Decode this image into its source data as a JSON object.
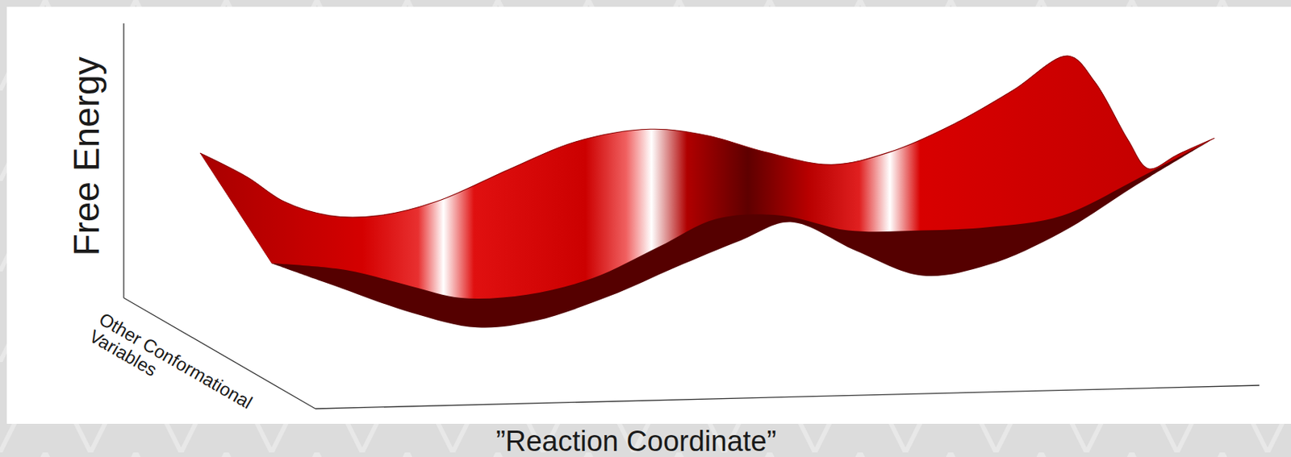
{
  "diagram": {
    "labels": [
      "Free Energy",
      "Other Conformational Variables",
      "”Reaction Coordinate”"
    ]
  }
}
